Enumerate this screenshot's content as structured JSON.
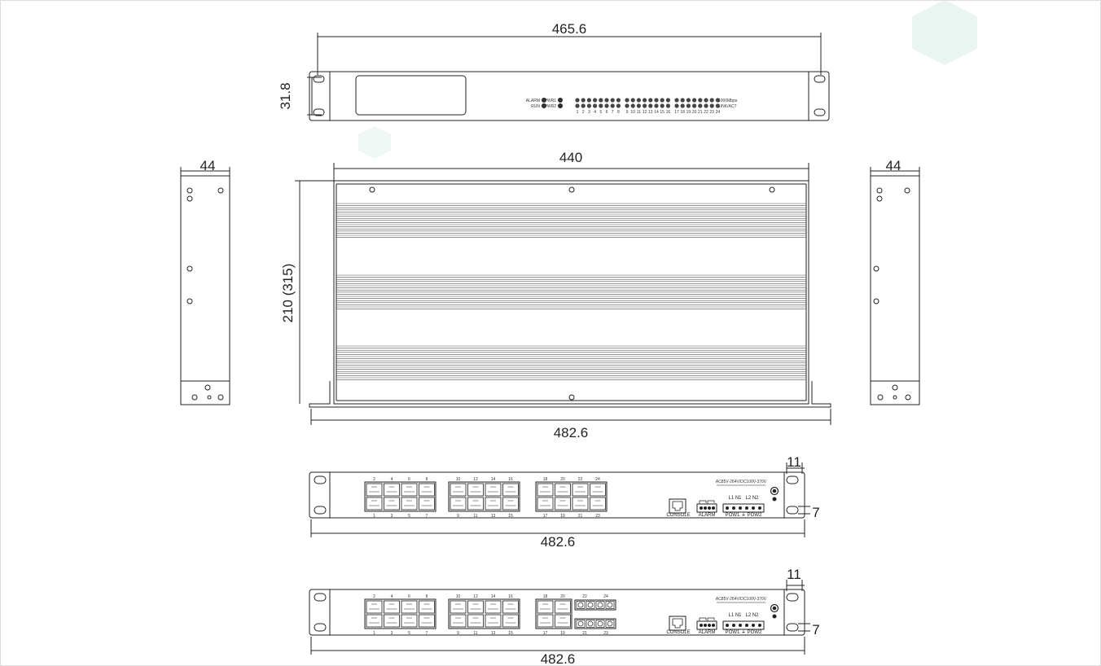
{
  "dimensions": {
    "front_width": "465.6",
    "front_height": "31.8",
    "body_width": "440",
    "depth": "210 (315)",
    "side_width_left": "44",
    "side_width_right": "44",
    "rack_width_top": "482.6",
    "rack_width_rear1": "482.6",
    "rack_width_rear2": "482.6",
    "ear_offset_1": "11",
    "ear_hole_1": "7",
    "ear_offset_2": "11",
    "ear_hole_2": "7"
  },
  "front_panel": {
    "led_labels": [
      "ALARM",
      "RUN",
      "PWR1",
      "PWR2"
    ],
    "speed_label": "1000Mbps",
    "link_label": "LINK/ACT",
    "port_numbers": [
      "1",
      "2",
      "3",
      "4",
      "5",
      "6",
      "7",
      "8",
      "9",
      "10",
      "11",
      "12",
      "13",
      "14",
      "15",
      "16",
      "17",
      "18",
      "19",
      "20",
      "21",
      "22",
      "23",
      "24"
    ]
  },
  "rear_panel_1": {
    "top_ports": [
      [
        "2",
        "4",
        "6",
        "8"
      ],
      [
        "10",
        "12",
        "14",
        "16"
      ],
      [
        "18",
        "20",
        "22",
        "24"
      ]
    ],
    "bottom_ports": [
      [
        "1",
        "3",
        "5",
        "7"
      ],
      [
        "9",
        "11",
        "13",
        "15"
      ],
      [
        "17",
        "19",
        "21",
        "23"
      ]
    ],
    "console_label": "CONSOLE",
    "alarm_label": "ALARM",
    "power_spec": "AC85V-264V/DC100V-370V",
    "terminal_labels": "L1 N1   L2 N2",
    "power_label": "POW1 ⏚ POW2"
  },
  "rear_panel_2": {
    "top_ports": [
      [
        "2",
        "4",
        "6",
        "8"
      ],
      [
        "10",
        "12",
        "14",
        "16"
      ],
      [
        "18",
        "20"
      ]
    ],
    "bottom_ports": [
      [
        "1",
        "3",
        "5",
        "7"
      ],
      [
        "9",
        "11",
        "13",
        "15"
      ],
      [
        "17",
        "19"
      ]
    ],
    "sfp_top": [
      "22",
      "24"
    ],
    "sfp_bottom": [
      "21",
      "23"
    ],
    "console_label": "CONSOLE",
    "alarm_label": "ALARM",
    "power_spec": "AC85V-264V/DC100V-370V",
    "terminal_labels": "L1 N1   L2 N2",
    "power_label": "POW1 ⏚ POW2"
  },
  "colors": {
    "line": "#222222",
    "watermark": "#e8f4f1"
  }
}
